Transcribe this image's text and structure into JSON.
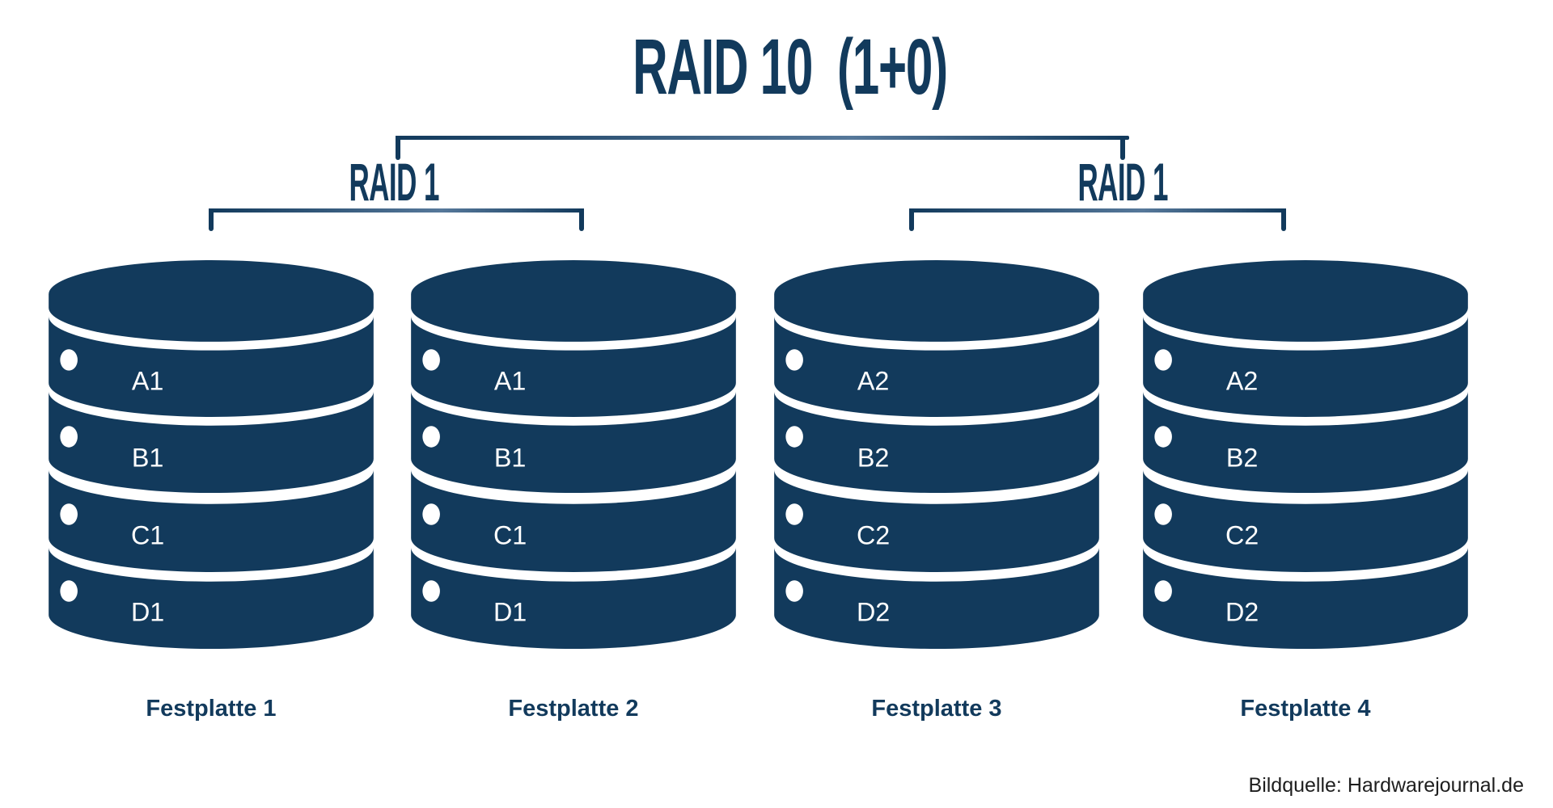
{
  "title": "RAID 10  (1+0)",
  "groups": [
    {
      "label": "RAID 1"
    },
    {
      "label": "RAID 1"
    }
  ],
  "disks": [
    {
      "name": "Festplatte 1",
      "blocks": [
        "A1",
        "B1",
        "C1",
        "D1"
      ]
    },
    {
      "name": "Festplatte 2",
      "blocks": [
        "A1",
        "B1",
        "C1",
        "D1"
      ]
    },
    {
      "name": "Festplatte 3",
      "blocks": [
        "A2",
        "B2",
        "C2",
        "D2"
      ]
    },
    {
      "name": "Festplatte 4",
      "blocks": [
        "A2",
        "B2",
        "C2",
        "D2"
      ]
    }
  ],
  "credit": "Bildquelle: Hardwarejournal.de",
  "colors": {
    "navy": "#123A5C",
    "navy_light": "#56789A",
    "white": "#FFFFFF",
    "credit_text": "#1E1E1E",
    "background": "#FFFFFF"
  }
}
